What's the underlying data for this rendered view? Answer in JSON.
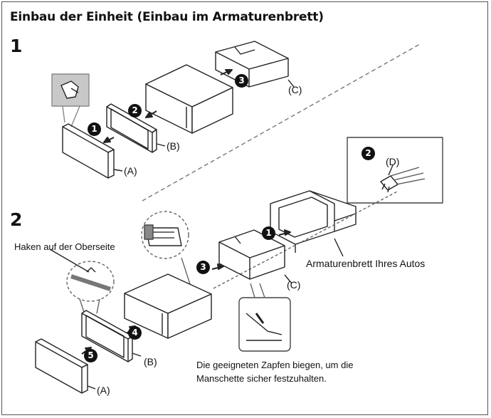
{
  "title": "Einbau der Einheit (Einbau im Armaturenbrett)",
  "steps": {
    "one": "1",
    "two": "2"
  },
  "labels": {
    "a": "(A)",
    "b": "(B)",
    "c": "(C)",
    "d": "(D)",
    "hook": "Haken auf der Oberseite",
    "dashboard": "Armaturenbrett Ihres Autos",
    "bend_note_line1": "Die geeigneten Zapfen biegen, um die",
    "bend_note_line2": "Manschette sicher festzuhalten."
  },
  "badges": {
    "n1": "1",
    "n2": "2",
    "n3": "3",
    "n4": "4",
    "n5": "5"
  },
  "colors": {
    "line": "#222222",
    "callout_fill": "#c8c8c8",
    "dashed": "#777777"
  }
}
